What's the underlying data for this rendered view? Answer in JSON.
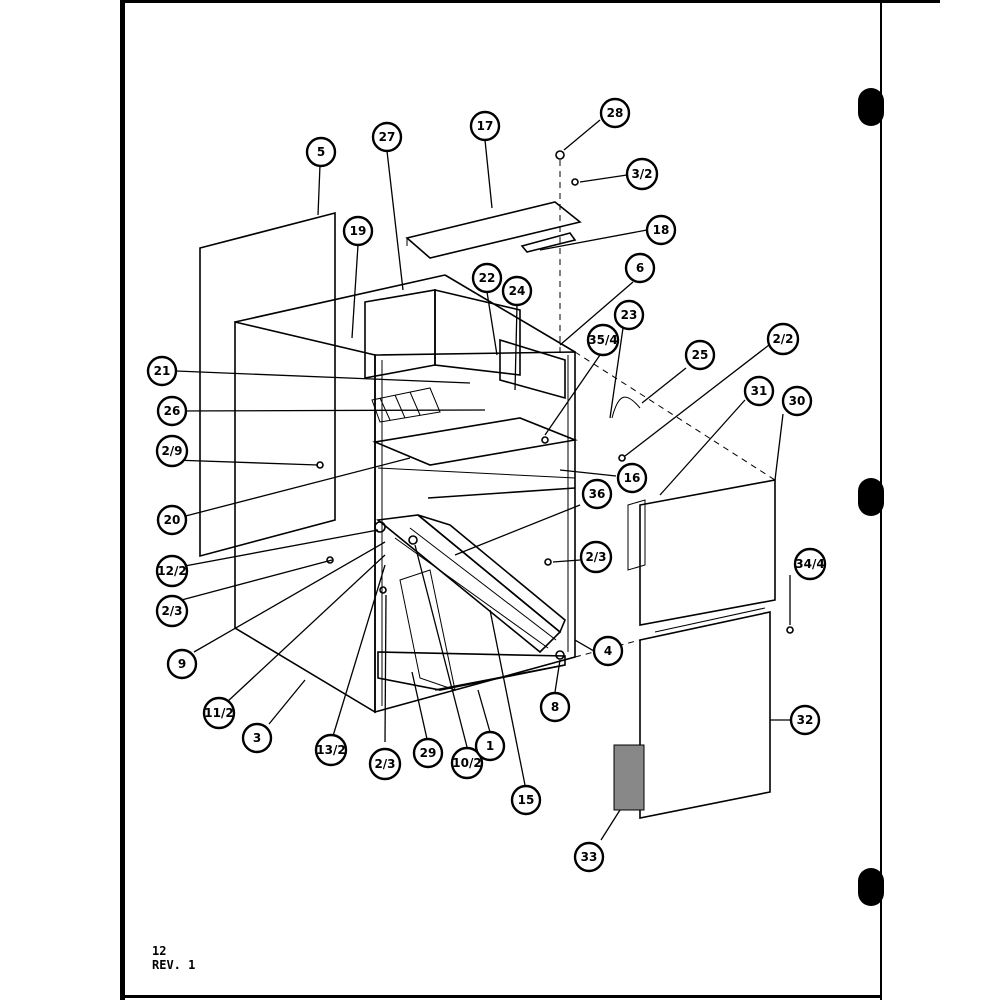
{
  "footer": {
    "page": "12",
    "revision": "REV. 1"
  },
  "callouts": {
    "c5": "5",
    "c27": "27",
    "c17": "17",
    "c28": "28",
    "c3_2_top": "3/2",
    "c18": "18",
    "c19": "19",
    "c6": "6",
    "c22": "22",
    "c24": "24",
    "c23": "23",
    "c35_4": "35/4",
    "c25": "25",
    "c2_2": "2/2",
    "c21": "21",
    "c26": "26",
    "c31": "31",
    "c30": "30",
    "c2_9": "2/9",
    "c16": "16",
    "c20": "20",
    "c36": "36",
    "c12_2": "12/2",
    "c2_3_left": "2/3",
    "c2_3_mid": "2/3",
    "c34_4": "34/4",
    "c9": "9",
    "c4": "4",
    "c11_2": "11/2",
    "c8": "8",
    "c3": "3",
    "c13_2": "13/2",
    "c2_3_bottom": "2/3",
    "c29": "29",
    "c10_2": "10/2",
    "c1": "1",
    "c15": "15",
    "c32": "32",
    "c33": "33"
  }
}
